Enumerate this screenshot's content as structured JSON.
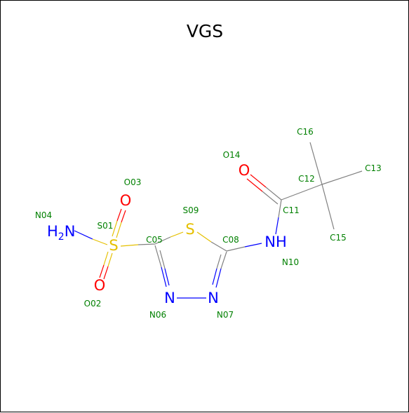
{
  "title": "VGS",
  "colors": {
    "bond": "#808080",
    "carbon_label": "#008000",
    "N": "#0000ff",
    "O": "#ff0000",
    "S": "#e5c000"
  },
  "atom_symbols": {
    "H2N": {
      "main": "H",
      "sub": "2",
      "tail": "N"
    },
    "S01": "S",
    "O02": "O",
    "O03": "O",
    "N06": "N",
    "N07": "N",
    "S09": "S",
    "N10": "NH",
    "O14": "O"
  },
  "atom_labels": {
    "N04": "N04",
    "S01": "S01",
    "O03": "O03",
    "O02": "O02",
    "C05": "C05",
    "S09": "S09",
    "C08": "C08",
    "N06": "N06",
    "N07": "N07",
    "N10": "N10",
    "C11": "C11",
    "O14": "O14",
    "C12": "C12",
    "C13": "C13",
    "C15": "C15",
    "C16": "C16"
  }
}
